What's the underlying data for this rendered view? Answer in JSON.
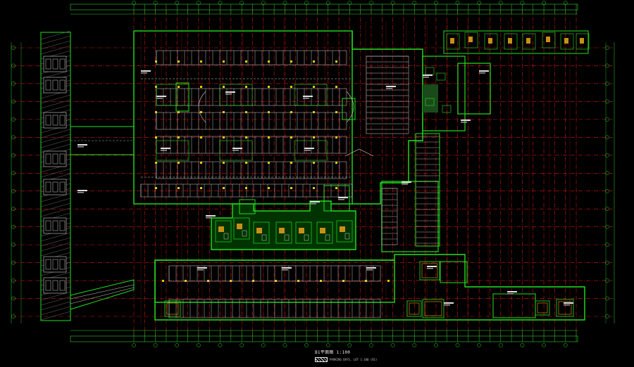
{
  "drawing": {
    "caption": "B1平面图 1:100",
    "legend_text": "PARKING BAYS, LOT 1:100 (B1)"
  },
  "grid": {
    "column_labels": [
      "1",
      "2",
      "3",
      "4",
      "5",
      "6",
      "7",
      "8",
      "9",
      "10",
      "11",
      "12",
      "13",
      "14",
      "15",
      "16",
      "17",
      "18",
      "19",
      "20",
      "21",
      "22",
      "23",
      "24",
      "25",
      "26",
      "27",
      "28",
      "29",
      "30",
      "31",
      "32",
      "33",
      "34",
      "35",
      "36",
      "37",
      "38",
      "39",
      "40",
      "41",
      "42"
    ],
    "row_labels": [
      "A",
      "B",
      "C",
      "D",
      "E",
      "F",
      "G",
      "H",
      "J",
      "K",
      "L",
      "M",
      "N",
      "P",
      "Q",
      "R"
    ]
  },
  "colors": {
    "background": "#000000",
    "walls": "#20e020",
    "grid_axis": "#d01818",
    "core_fill": "#c89018",
    "columns": "#e0d000",
    "parking": "#d0d0d0",
    "dimension": "#30d030"
  }
}
